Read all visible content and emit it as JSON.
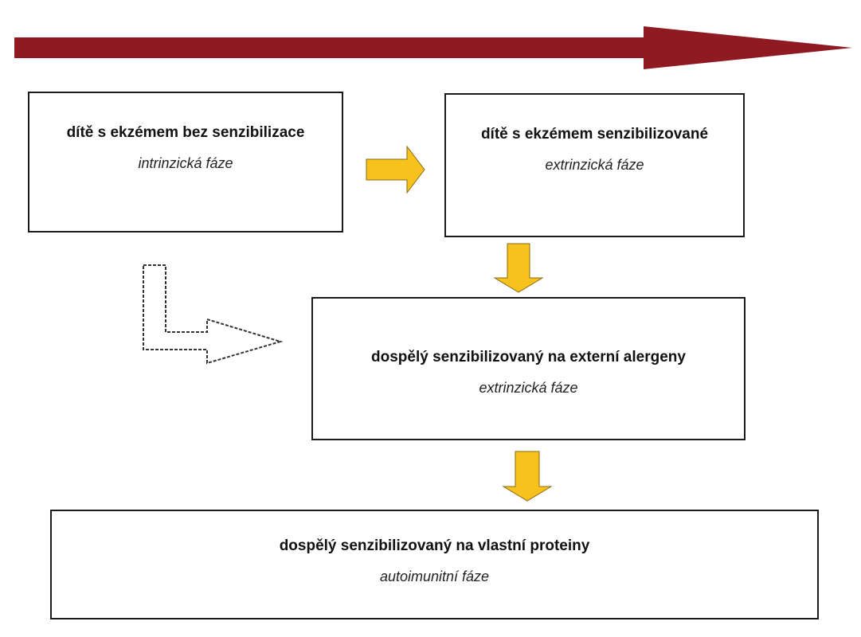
{
  "diagram": {
    "colors": {
      "timeline_arrow": "#8f1a22",
      "flow_arrow_fill": "#f7c21e",
      "flow_arrow_stroke": "#8a6a12",
      "box_border": "#1a1a1a",
      "dashed_arrow_stroke": "#333333"
    },
    "nodes": [
      {
        "id": "child-nonsensitized",
        "title": "dítě s ekzémem bez senzibilizace",
        "phase": "intrinzická fáze"
      },
      {
        "id": "child-sensitized",
        "title": "dítě s ekzémem senzibilizované",
        "phase": "extrinzická fáze"
      },
      {
        "id": "adult-external",
        "title": "dospělý senzibilizovaný na externí alergeny",
        "phase": "extrinzická fáze"
      },
      {
        "id": "adult-own",
        "title": "dospělý senzibilizovaný na vlastní proteiny",
        "phase": "autoimunitní fáze"
      }
    ],
    "edges": [
      {
        "from": "child-nonsensitized",
        "to": "child-sensitized",
        "style": "solid-yellow"
      },
      {
        "from": "child-sensitized",
        "to": "adult-external",
        "style": "solid-yellow"
      },
      {
        "from": "child-nonsensitized",
        "to": "adult-external",
        "style": "dashed-outline"
      },
      {
        "from": "adult-external",
        "to": "adult-own",
        "style": "solid-yellow"
      }
    ]
  }
}
